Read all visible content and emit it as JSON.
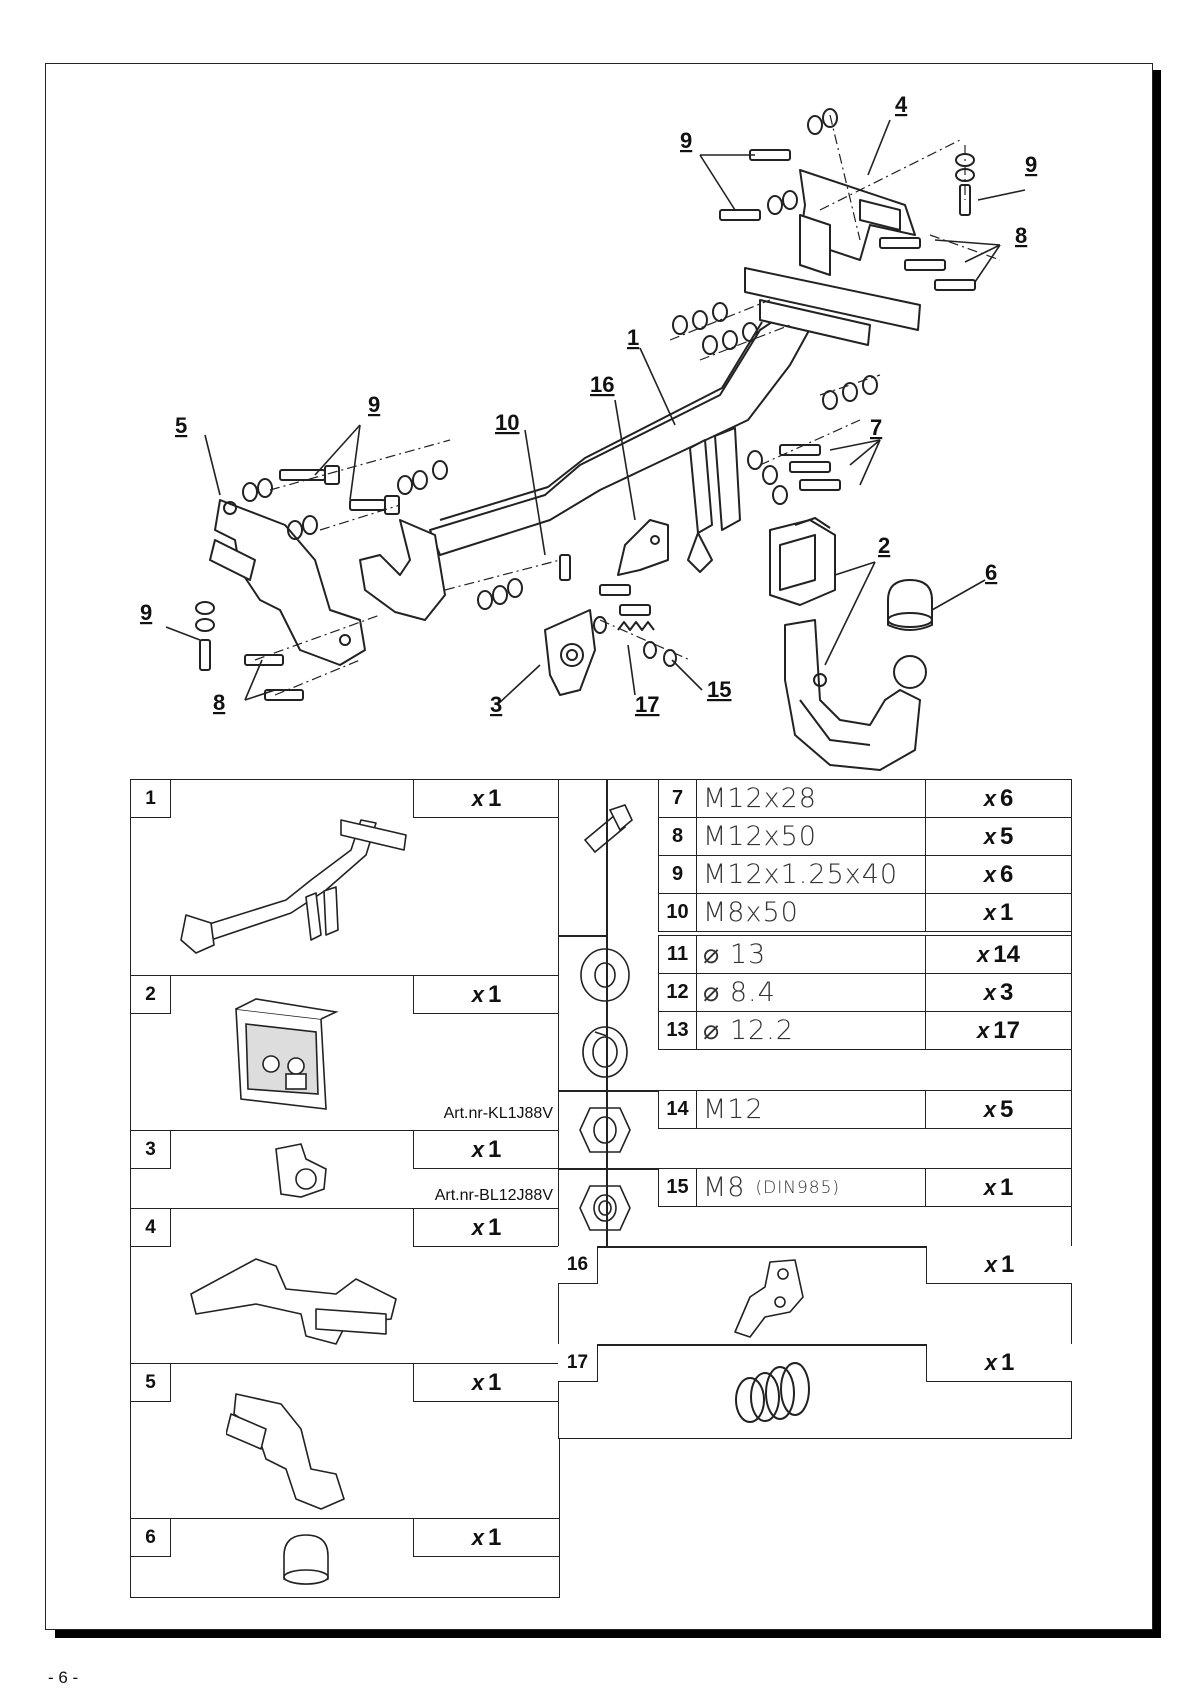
{
  "page_number": "- 6 -",
  "callouts": [
    {
      "id": "c1",
      "text": "1"
    },
    {
      "id": "c2",
      "text": "2"
    },
    {
      "id": "c3",
      "text": "3"
    },
    {
      "id": "c4",
      "text": "4"
    },
    {
      "id": "c5",
      "text": "5"
    },
    {
      "id": "c6",
      "text": "6"
    },
    {
      "id": "c7",
      "text": "7"
    },
    {
      "id": "c8a",
      "text": "8"
    },
    {
      "id": "c8b",
      "text": "8"
    },
    {
      "id": "c9a",
      "text": "9"
    },
    {
      "id": "c9b",
      "text": "9"
    },
    {
      "id": "c9c",
      "text": "9"
    },
    {
      "id": "c9d",
      "text": "9"
    },
    {
      "id": "c10",
      "text": "10"
    },
    {
      "id": "c15",
      "text": "15"
    },
    {
      "id": "c16",
      "text": "16"
    },
    {
      "id": "c17",
      "text": "17"
    }
  ],
  "parts": [
    {
      "num": "1",
      "qty": "1",
      "art": ""
    },
    {
      "num": "2",
      "qty": "1",
      "art": "Art.nr-KL1J88V"
    },
    {
      "num": "3",
      "qty": "1",
      "art": "Art.nr-BL12J88V"
    },
    {
      "num": "4",
      "qty": "1",
      "art": ""
    },
    {
      "num": "5",
      "qty": "1",
      "art": ""
    },
    {
      "num": "6",
      "qty": "1",
      "art": ""
    },
    {
      "num": "16",
      "qty": "1",
      "art": ""
    },
    {
      "num": "17",
      "qty": "1",
      "art": ""
    }
  ],
  "qty_prefix": "x",
  "hardware": [
    {
      "num": "7",
      "spec": "M12x28",
      "note": "",
      "qty": "6"
    },
    {
      "num": "8",
      "spec": "M12x50",
      "note": "",
      "qty": "5"
    },
    {
      "num": "9",
      "spec": "M12x1.25x40",
      "note": "",
      "qty": "6"
    },
    {
      "num": "10",
      "spec": "M8x50",
      "note": "",
      "qty": "1"
    },
    {
      "num": "11",
      "spec": "⌀ 13",
      "note": "",
      "qty": "14"
    },
    {
      "num": "12",
      "spec": "⌀ 8.4",
      "note": "",
      "qty": "3"
    },
    {
      "num": "13",
      "spec": "⌀ 12.2",
      "note": "",
      "qty": "17"
    },
    {
      "num": "14",
      "spec": "M12",
      "note": "",
      "qty": "5"
    },
    {
      "num": "15",
      "spec": "M8",
      "note": "(DIN985)",
      "qty": "1"
    }
  ]
}
